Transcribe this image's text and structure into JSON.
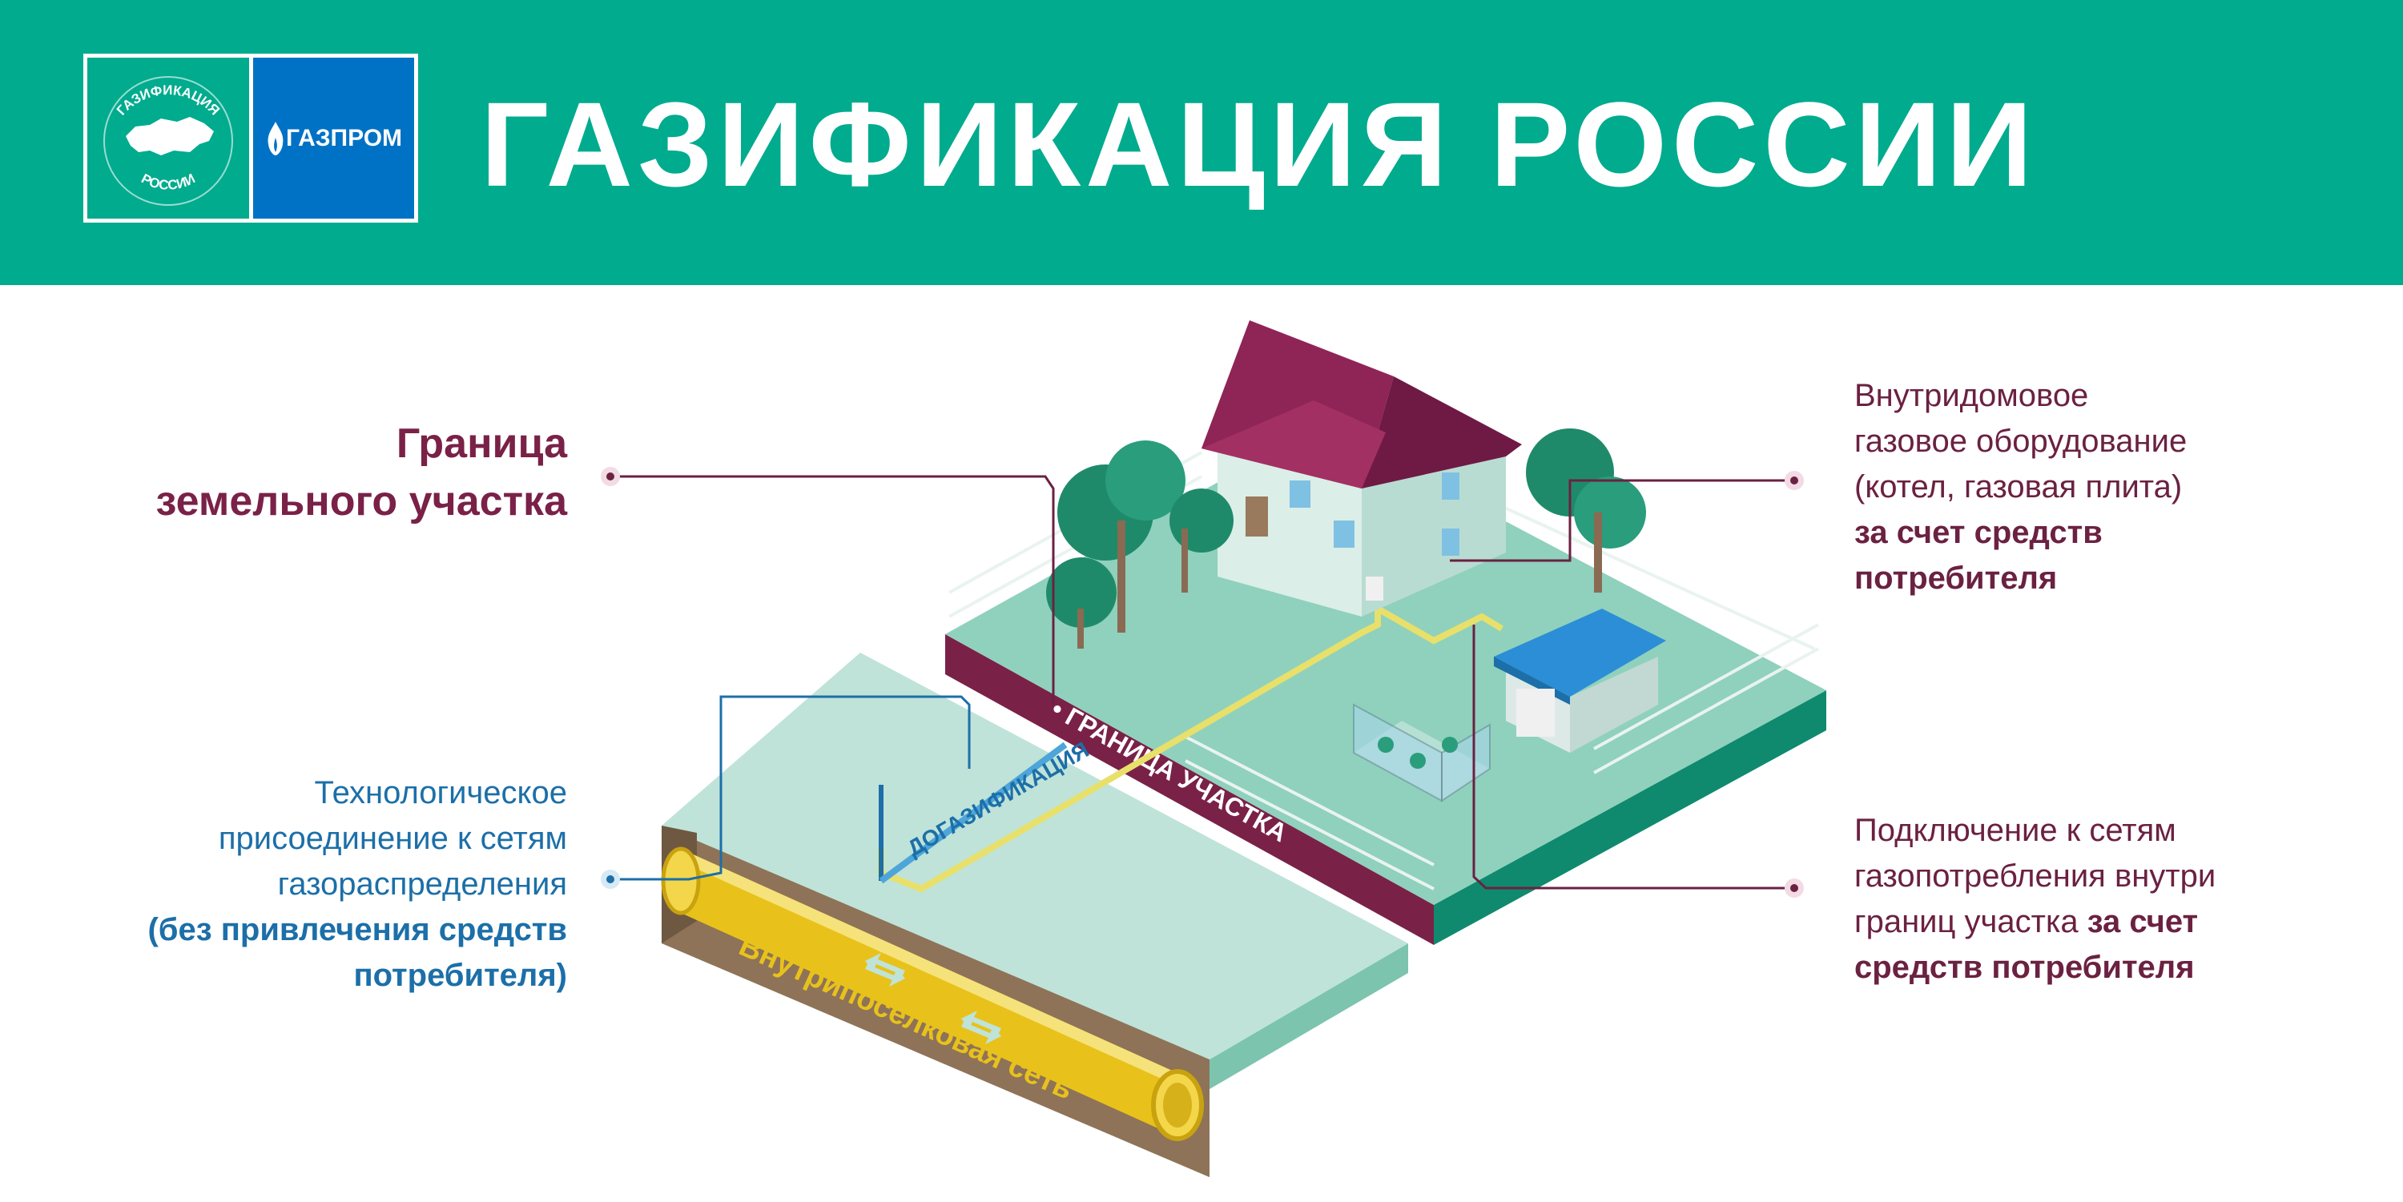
{
  "header": {
    "title": "ГАЗИФИКАЦИЯ РОССИИ",
    "logo_left_top": "ГАЗИФИКАЦИЯ",
    "logo_left_bottom": "РОССИИ",
    "logo_right": "ГАЗПРОМ",
    "colors": {
      "background": "#00ab8e",
      "gazprom_blue": "#0072c6"
    }
  },
  "labels": {
    "land_border": {
      "line1": "Граница",
      "line2": "земельного участка"
    },
    "tech_connection": {
      "line1": "Технологическое",
      "line2": "присоединение к сетям",
      "line3": "газораспределения",
      "bold1": "(без привлечения средств",
      "bold2": "потребителя)"
    },
    "in_house": {
      "line1": "Внутридомовое",
      "line2": "газовое оборудование",
      "line3": "(котел, газовая плита)",
      "bold1": "за счет средств",
      "bold2": "потребителя"
    },
    "connection": {
      "line1": "Подключение к сетям",
      "line2": "газопотребления внутри",
      "line3_plain": "границ участка ",
      "line3_bold": "за счет",
      "bold2": "средств потребителя"
    }
  },
  "scene": {
    "plot_border_text": "• ГРАНИЦА УЧАСТКА",
    "extra_gasification_text": "ДОГАЗИФИКАЦИЯ",
    "village_network_text": "Внутрипоселковая сеть",
    "colors": {
      "maroon": "#7a2148",
      "roof": "#8f2457",
      "grass": "#8fd1bd",
      "road": "#bfe3d8",
      "soil": "#8e7358",
      "pipe": "#e8c21a",
      "blue_line": "#1c6fa8",
      "house_wall": "#cfe9e1"
    }
  }
}
